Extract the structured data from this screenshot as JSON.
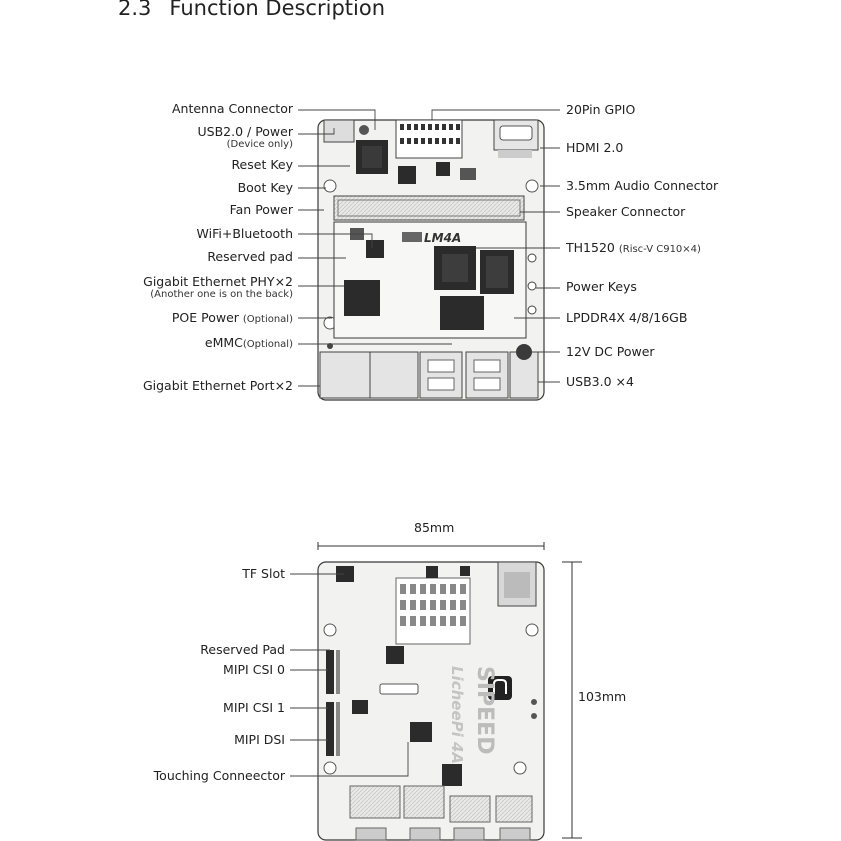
{
  "heading": {
    "number": "2.3",
    "title": "Function Description"
  },
  "top_board": {
    "chip_label": "LM4A",
    "left_labels": [
      {
        "id": "antenna",
        "text": "Antenna Connector"
      },
      {
        "id": "usb",
        "text": "USB2.0 / Power",
        "sub": "(Device only)"
      },
      {
        "id": "reset",
        "text": "Reset Key"
      },
      {
        "id": "boot",
        "text": "Boot Key"
      },
      {
        "id": "fan",
        "text": "Fan Power"
      },
      {
        "id": "wifi",
        "text": "WiFi+Bluetooth"
      },
      {
        "id": "reserved",
        "text": "Reserved pad"
      },
      {
        "id": "phy",
        "text": "Gigabit Ethernet PHY×2",
        "sub": "(Another one is on the back)"
      },
      {
        "id": "poe",
        "text": "POE Power",
        "inline_sub": "(Optional)"
      },
      {
        "id": "emmc",
        "text": "eMMC",
        "inline_sub": "(Optional)"
      },
      {
        "id": "ethport",
        "text": "Gigabit Ethernet Port×2"
      }
    ],
    "right_labels": [
      {
        "id": "gpio",
        "text": "20Pin GPIO"
      },
      {
        "id": "hdmi",
        "text": "HDMI 2.0"
      },
      {
        "id": "audio",
        "text": "3.5mm Audio Connector"
      },
      {
        "id": "speaker",
        "text": "Speaker Connector"
      },
      {
        "id": "soc",
        "text": "TH1520",
        "inline_sub": "(Risc-V C910×4)"
      },
      {
        "id": "power",
        "text": "Power Keys"
      },
      {
        "id": "lpddr",
        "text": "LPDDR4X 4/8/16GB"
      },
      {
        "id": "dc",
        "text": "12V DC Power"
      },
      {
        "id": "usb3",
        "text": "USB3.0 ×4"
      }
    ]
  },
  "bottom_board": {
    "width_label": "85mm",
    "height_label": "103mm",
    "brand_text": "SIPEED",
    "model_text": "LicheePi 4A",
    "labels": [
      {
        "id": "tf",
        "text": "TF Slot"
      },
      {
        "id": "rpad",
        "text": "Reserved Pad"
      },
      {
        "id": "csi0",
        "text": "MIPI CSI 0"
      },
      {
        "id": "csi1",
        "text": "MIPI CSI 1"
      },
      {
        "id": "dsi",
        "text": "MIPI DSI"
      },
      {
        "id": "touch",
        "text": "Touching Conneector"
      }
    ]
  },
  "colors": {
    "board": "#f2f2f0",
    "outline": "#3a3a3a",
    "chip": "#2b2b2b",
    "leader": "#444444"
  }
}
